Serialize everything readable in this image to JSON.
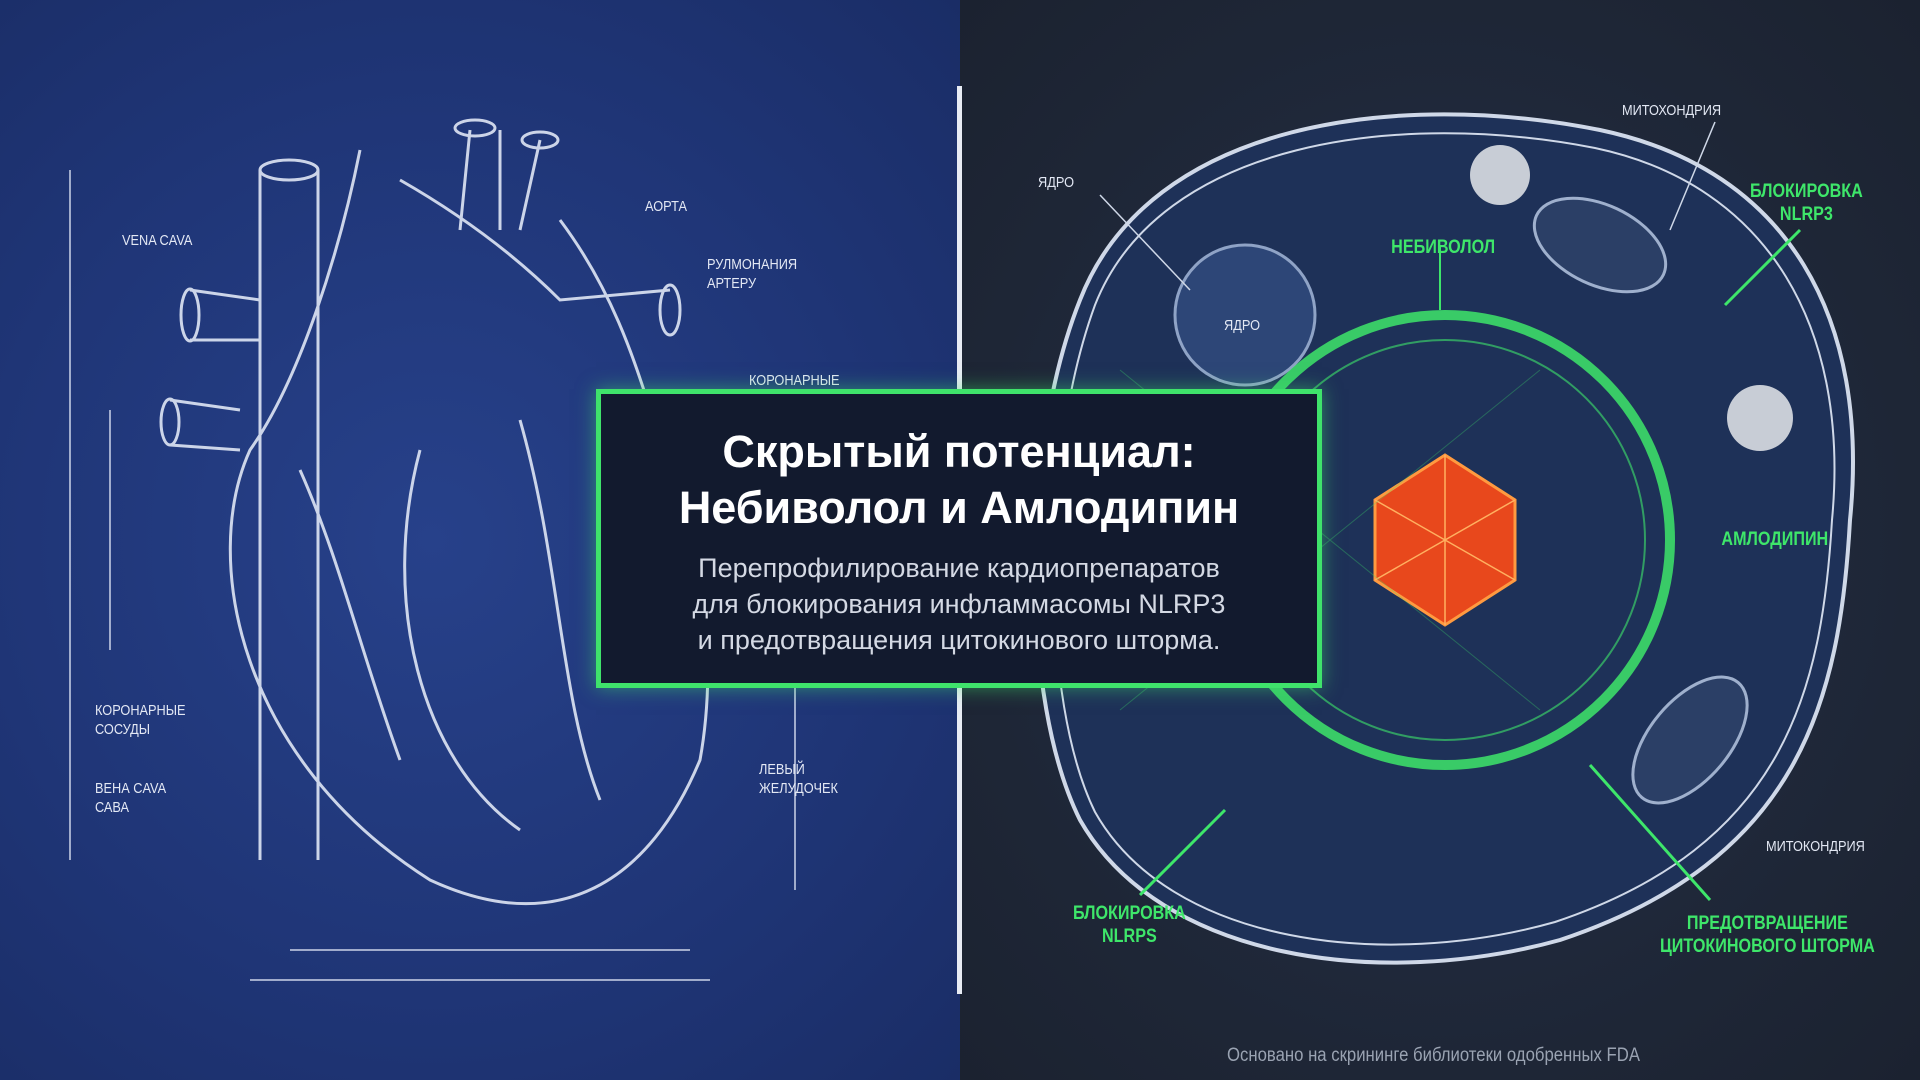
{
  "heart": {
    "labels": {
      "vena_cava": "VENA CAVA",
      "aorta": "АОРТА",
      "pulmonary": "РУЛМОНАНИЯ\nАРТЕРУ",
      "coronary_top": "КОРОНАРНЫЕ",
      "coronary_vessels": "КОРОНАРНЫЕ\nСОСУДЫ",
      "vena_cava_ru": "ВЕНА CAVA\nСАВА",
      "left_ventricle": "ЛЕВЫЙ\nЖЕЛУДОЧЕК"
    },
    "colors": {
      "background": "#1f3576",
      "lines": "#dfe6f5"
    }
  },
  "cell": {
    "labels": {
      "nucleus_outer": "ЯДРО",
      "nucleus_inner": "ЯДРО",
      "mitochondria_top": "МИТОХОНДРИЯ",
      "mitochondria_bottom": "МИТОКОНДРИЯ",
      "nebivolol": "НЕБИВОЛОЛ",
      "amlodipine": "АМЛОДИПИН",
      "nlrp3_block_top": "БЛОКИРОВКА\nNLRP3",
      "nlrp3_block_bottom": "БЛОКИРОВКА\nNLRPS",
      "cytokine_storm": "ПРЕДОТВРАЩЕНИЕ\nЦИТОКИНОВОГО ШТОРМА"
    },
    "colors": {
      "background": "#1e2838",
      "accent": "#3ee66a",
      "inflammasome": "#e8481c"
    }
  },
  "title_card": {
    "title": "Скрытый потенциал:\nНебиволол и Амлодипин",
    "subtitle": "Перепрофилирование кардиопрепаратов\nдля блокирования инфламмасомы NLRP3\nи предотвращения цитокинового шторма.",
    "border_color": "#3fe36b"
  },
  "footer": "Основано на скрининге библиотеки одобренных FDA"
}
